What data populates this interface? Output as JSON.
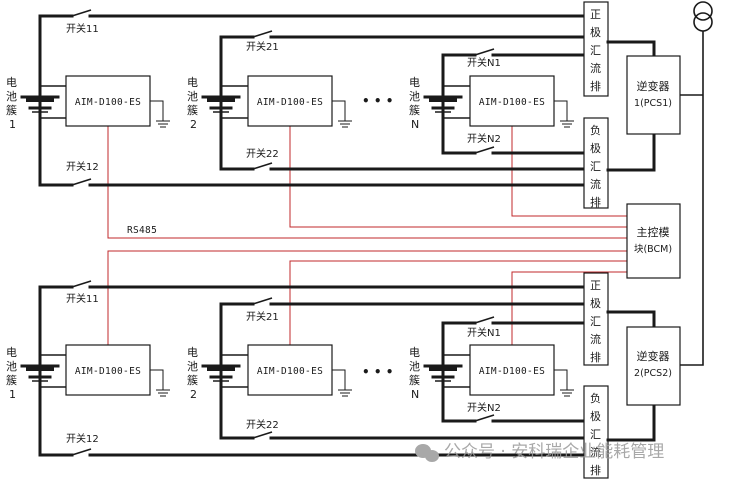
{
  "upper": {
    "clusters": [
      {
        "label_lines": [
          "电",
          "池",
          "簇",
          "1"
        ],
        "device": "AIM-D100-ES",
        "switch_top": "开关11",
        "switch_bottom": "开关12"
      },
      {
        "label_lines": [
          "电",
          "池",
          "簇",
          "2"
        ],
        "device": "AIM-D100-ES",
        "switch_top": "开关21",
        "switch_bottom": "开关22"
      },
      {
        "label_lines": [
          "电",
          "池",
          "簇",
          "N"
        ],
        "device": "AIM-D100-ES",
        "switch_top": "开关N1",
        "switch_bottom": "开关N2"
      }
    ],
    "pos_busbar": [
      "正",
      "极",
      "汇",
      "流",
      "排"
    ],
    "neg_busbar": [
      "负",
      "极",
      "汇",
      "流",
      "排"
    ],
    "pcs": [
      "逆变器",
      "1(PCS1)"
    ]
  },
  "lower": {
    "clusters": [
      {
        "label_lines": [
          "电",
          "池",
          "簇",
          "1"
        ],
        "device": "AIM-D100-ES",
        "switch_top": "开关11",
        "switch_bottom": "开关12"
      },
      {
        "label_lines": [
          "电",
          "池",
          "簇",
          "2"
        ],
        "device": "AIM-D100-ES",
        "switch_top": "开关21",
        "switch_bottom": "开关22"
      },
      {
        "label_lines": [
          "电",
          "池",
          "簇",
          "N"
        ],
        "device": "AIM-D100-ES",
        "switch_top": "开关N1",
        "switch_bottom": "开关N2"
      }
    ],
    "pos_busbar": [
      "正",
      "极",
      "汇",
      "流",
      "排"
    ],
    "neg_busbar": [
      "负",
      "极",
      "汇",
      "流",
      "排"
    ],
    "pcs": [
      "逆变器",
      "2(PCS2)"
    ]
  },
  "bcm": [
    "主控模",
    "块(BCM)"
  ],
  "rs485": "RS485",
  "ellipsis": "• • •",
  "watermark": "公众号 · 安科瑞企业能耗管理",
  "colors": {
    "comm_line": "#c0282b",
    "wire": "#1a1a1a"
  }
}
